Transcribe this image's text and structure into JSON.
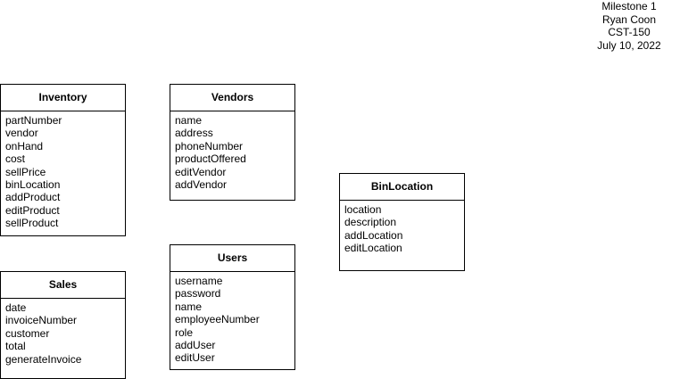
{
  "header": {
    "line1": "Milestone 1",
    "line2": "Ryan Coon",
    "line3": "CST-150",
    "line4": "July 10, 2022"
  },
  "classes": {
    "inventory": {
      "title": "Inventory",
      "members": [
        "partNumber",
        "vendor",
        "onHand",
        "cost",
        "sellPrice",
        "binLocation",
        "addProduct",
        "editProduct",
        "sellProduct"
      ]
    },
    "vendors": {
      "title": "Vendors",
      "members": [
        "name",
        "address",
        "phoneNumber",
        "productOffered",
        "editVendor",
        "addVendor"
      ]
    },
    "binlocation": {
      "title": "BinLocation",
      "members": [
        "location",
        "description",
        "addLocation",
        "editLocation"
      ]
    },
    "users": {
      "title": "Users",
      "members": [
        "username",
        "password",
        "name",
        "employeeNumber",
        "role",
        "addUser",
        "editUser"
      ]
    },
    "sales": {
      "title": "Sales",
      "members": [
        "date",
        "invoiceNumber",
        "customer",
        "total",
        "generateInvoice"
      ]
    }
  }
}
